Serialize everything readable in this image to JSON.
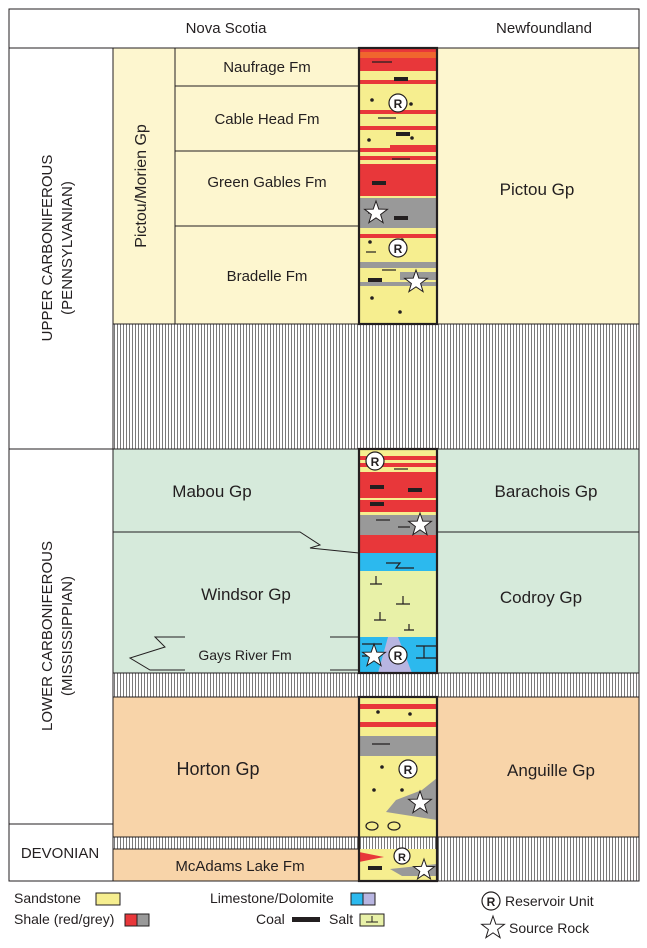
{
  "header": {
    "left_region": "Nova Scotia",
    "right_region": "Newfoundland"
  },
  "periods": [
    {
      "label": "UPPER CARBONIFEROUS",
      "sublabel": "(PENNSYLVANIAN)"
    },
    {
      "label": "LOWER CARBONIFEROUS",
      "sublabel": "(MISSISSIPPIAN)"
    },
    {
      "label": "DEVONIAN"
    }
  ],
  "nova_scotia": {
    "pictou_group": "Pictou/Morien  Gp",
    "formations": [
      "Naufrage Fm",
      "Cable Head Fm",
      "Green Gables Fm",
      "Bradelle Fm"
    ],
    "mabou": "Mabou Gp",
    "windsor": "Windsor Gp",
    "gays_river": "Gays River Fm",
    "horton": "Horton Gp",
    "mcadams": "McAdams Lake Fm"
  },
  "newfoundland": {
    "pictou": "Pictou Gp",
    "barachois": "Barachois Gp",
    "codroy": "Codroy Gp",
    "anguille": "Anguille Gp"
  },
  "symbols": {
    "reservoir_letter": "R"
  },
  "legend": {
    "items": [
      "Sandstone",
      "Shale (red/grey)",
      "Limestone/Dolomite",
      "Coal",
      "Salt",
      "Reservoir Unit",
      "Source Rock"
    ]
  },
  "colors": {
    "upper_fill": "#fdf6cf",
    "lower_fill": "#d6eadb",
    "horton_fill": "#f8d4a9",
    "sandstone": "#f6ee8f",
    "shale_red": "#e8373a",
    "shale_grey": "#999999",
    "limestone_blue": "#2cb9ee",
    "dolomite_lavender": "#b8b5e1",
    "salt_green": "#e8f1a8",
    "orange_red": "#f0662e",
    "hatch": "#7a7a7a"
  }
}
